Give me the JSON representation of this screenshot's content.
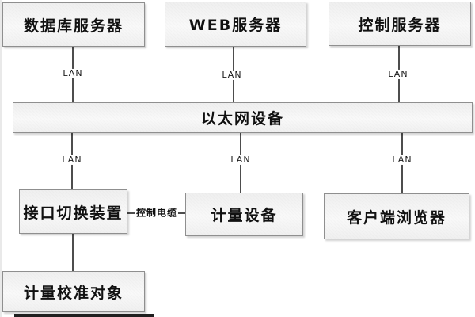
{
  "nodes": {
    "db_server": "数据库服务器",
    "web_server": "WEB服务器",
    "control_server": "控制服务器",
    "ethernet": "以太网设备",
    "interface_switch": "接口切换装置",
    "metering_device": "计量设备",
    "client_browser": "客户端浏览器",
    "calibration_object": "计量校准对象"
  },
  "labels": {
    "lan": "LAN",
    "control_cable": "控制电缆"
  },
  "edges": [
    {
      "from": "db_server",
      "to": "ethernet",
      "label": "LAN"
    },
    {
      "from": "web_server",
      "to": "ethernet",
      "label": "LAN"
    },
    {
      "from": "control_server",
      "to": "ethernet",
      "label": "LAN"
    },
    {
      "from": "ethernet",
      "to": "interface_switch",
      "label": "LAN"
    },
    {
      "from": "ethernet",
      "to": "metering_device",
      "label": "LAN"
    },
    {
      "from": "ethernet",
      "to": "client_browser",
      "label": "LAN"
    },
    {
      "from": "interface_switch",
      "to": "metering_device",
      "label": "控制电缆"
    },
    {
      "from": "interface_switch",
      "to": "calibration_object",
      "label": ""
    }
  ],
  "colors": {
    "box_border": "#8f8f8f",
    "line": "#4d4d4d",
    "text": "#111111",
    "background": "#ffffff"
  }
}
